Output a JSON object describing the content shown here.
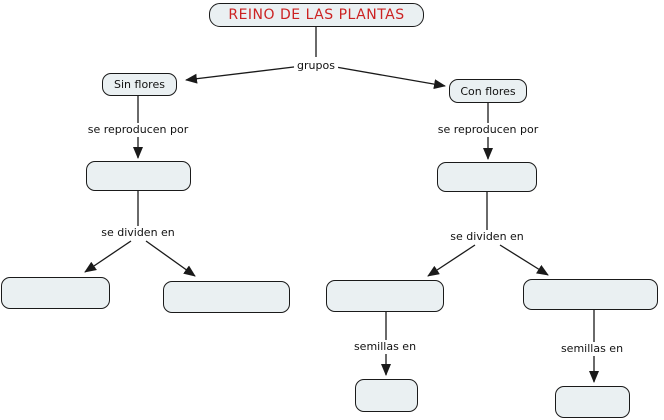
{
  "title": {
    "text": "REINO DE LAS PLANTAS"
  },
  "nodes": {
    "sin_flores": "Sin flores",
    "con_flores": "Con flores"
  },
  "empty_boxes": {
    "count": 8
  },
  "linking_phrases": {
    "grupos": "grupos",
    "left_reproducen": "se reproducen por",
    "right_reproducen": "se reproducen por",
    "left_dividen": "se dividen en",
    "right_dividen": "se dividen en",
    "left_semillas": "semillas en",
    "right_semillas": "semillas en"
  },
  "colors": {
    "background": "#ffffff",
    "box_fill": "#eaf0f2",
    "box_border": "#1a1a1a",
    "title_text": "#cc2222",
    "connector": "#1a1a1a",
    "label_text": "#111111"
  }
}
